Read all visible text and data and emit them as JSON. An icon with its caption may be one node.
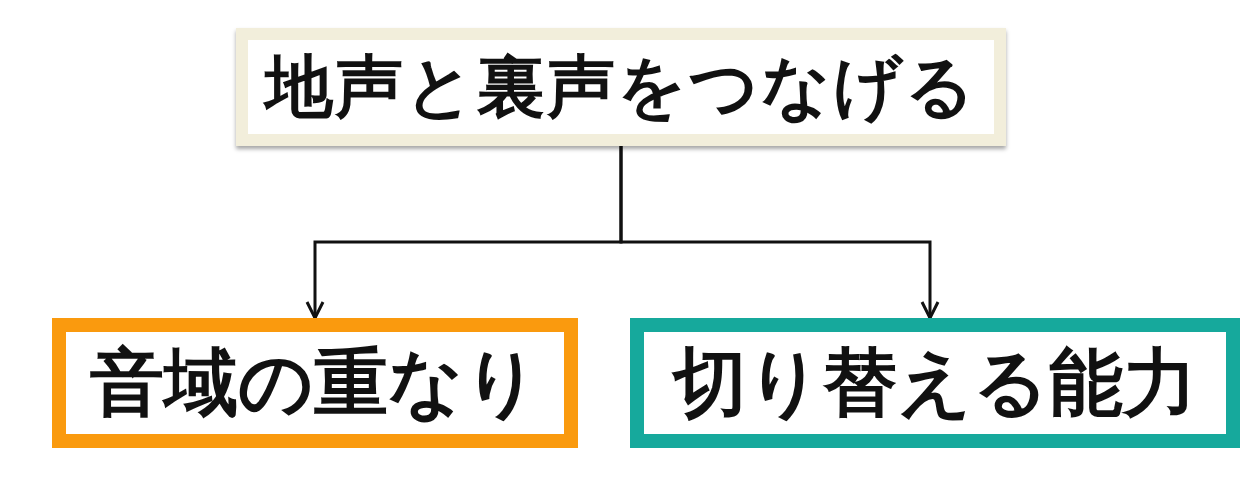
{
  "diagram": {
    "nodes": [
      {
        "text": [
          "地声と裏声をつなげる"
        ]
      },
      {
        "text": [
          "音域の重なり"
        ]
      },
      {
        "text": [
          "切り替える能力"
        ]
      }
    ],
    "edges": [
      {
        "from": 0,
        "to": 1,
        "arrow": "to"
      },
      {
        "from": 0,
        "to": 2,
        "arrow": "to"
      }
    ]
  }
}
